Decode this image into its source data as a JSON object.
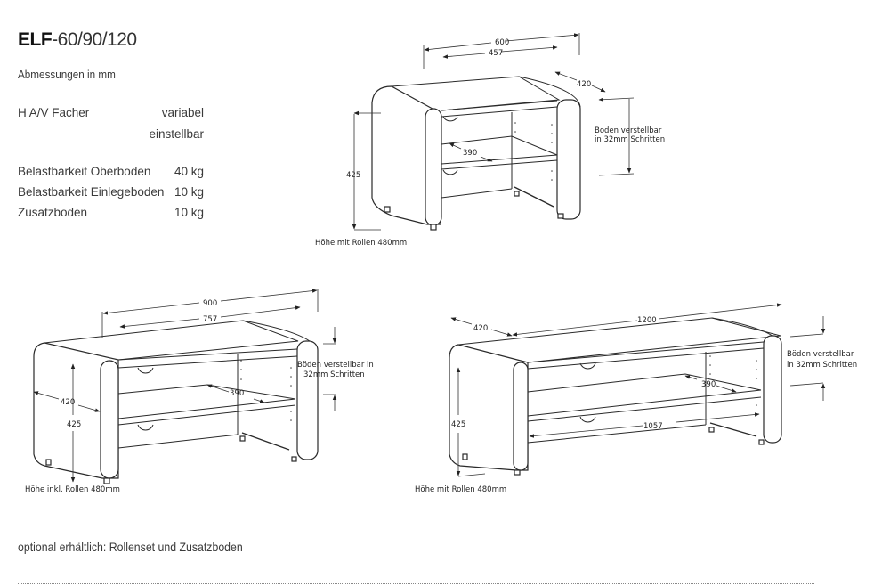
{
  "header": {
    "title_bold": "ELF",
    "title_rest": "-60/90/120",
    "subtitle": "Abmessungen in mm"
  },
  "specs": [
    {
      "label": "H A/V Facher",
      "value": "variabel"
    },
    {
      "label": "",
      "value": "einstellbar"
    },
    {
      "label": "Belastbarkeit Oberboden",
      "value": "40 kg"
    },
    {
      "label": "Belastbarkeit Einlegeboden",
      "value": "10 kg"
    },
    {
      "label": "Zusatzboden",
      "value": "10 kg"
    }
  ],
  "drawings": {
    "elf60": {
      "width_outer": "600",
      "width_inner": "457",
      "depth": "420",
      "height": "425",
      "shelf_depth": "390",
      "adjust_line1": "Boden verstellbar",
      "adjust_line2": "in 32mm Schritten",
      "height_note": "Höhe mit Rollen 480mm"
    },
    "elf90": {
      "width_outer": "900",
      "width_inner": "757",
      "depth": "420",
      "height": "425",
      "shelf_depth": "390",
      "adjust_line1": "Böden verstellbar in",
      "adjust_line2": "32mm Schritten",
      "height_note": "Höhe inkl. Rollen 480mm"
    },
    "elf120": {
      "width_outer": "1200",
      "width_inner": "1057",
      "depth": "420",
      "height": "425",
      "shelf_depth": "390",
      "adjust_line1": "Böden verstellbar",
      "adjust_line2": "in 32mm Schritten",
      "height_note": "Höhe mit Rollen 480mm"
    }
  },
  "footer": {
    "optional": "optional erhältlich: Rollenset und Zusatzboden"
  }
}
